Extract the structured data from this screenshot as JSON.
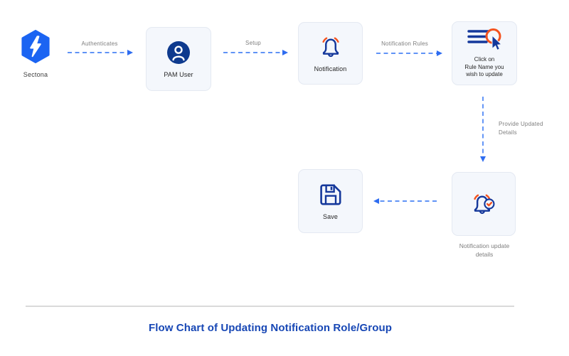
{
  "logo": {
    "label": "Sectona",
    "color": "#1b64f2"
  },
  "nodes": {
    "pam_user": {
      "label": "PAM User"
    },
    "notification": {
      "label": "Notification"
    },
    "click_rule": {
      "label": "Click on Rule Name you wish to update",
      "lines": [
        "Click on",
        "Rule Name you",
        "wish to update"
      ]
    },
    "save": {
      "label": "Save"
    },
    "notification_update": {
      "label": "Notification update details",
      "lines": [
        "Notification update",
        "details"
      ]
    }
  },
  "arrows": {
    "authenticates": {
      "label": "Authenticates"
    },
    "setup": {
      "label": "Setup"
    },
    "notification_rules": {
      "label": "Notification Rules"
    },
    "provide_updated": {
      "label": "Provide Updated Details",
      "lines": [
        "Provide Updated",
        "Details"
      ]
    },
    "save_flow": {
      "label": ""
    }
  },
  "footer": {
    "title": "Flow Chart of Updating Notification Role/Group"
  },
  "colors": {
    "logo_blue": "#1b64f2",
    "icon_navy": "#15389b",
    "icon_navy_fill": "#0e3a8e",
    "accent_orange": "#f4521e",
    "arrow_blue": "#4a84f5",
    "box_background": "#f4f7fc",
    "box_border": "#e4e9f2",
    "title_blue": "#1747b5",
    "label_gray": "#7e7e7e"
  }
}
